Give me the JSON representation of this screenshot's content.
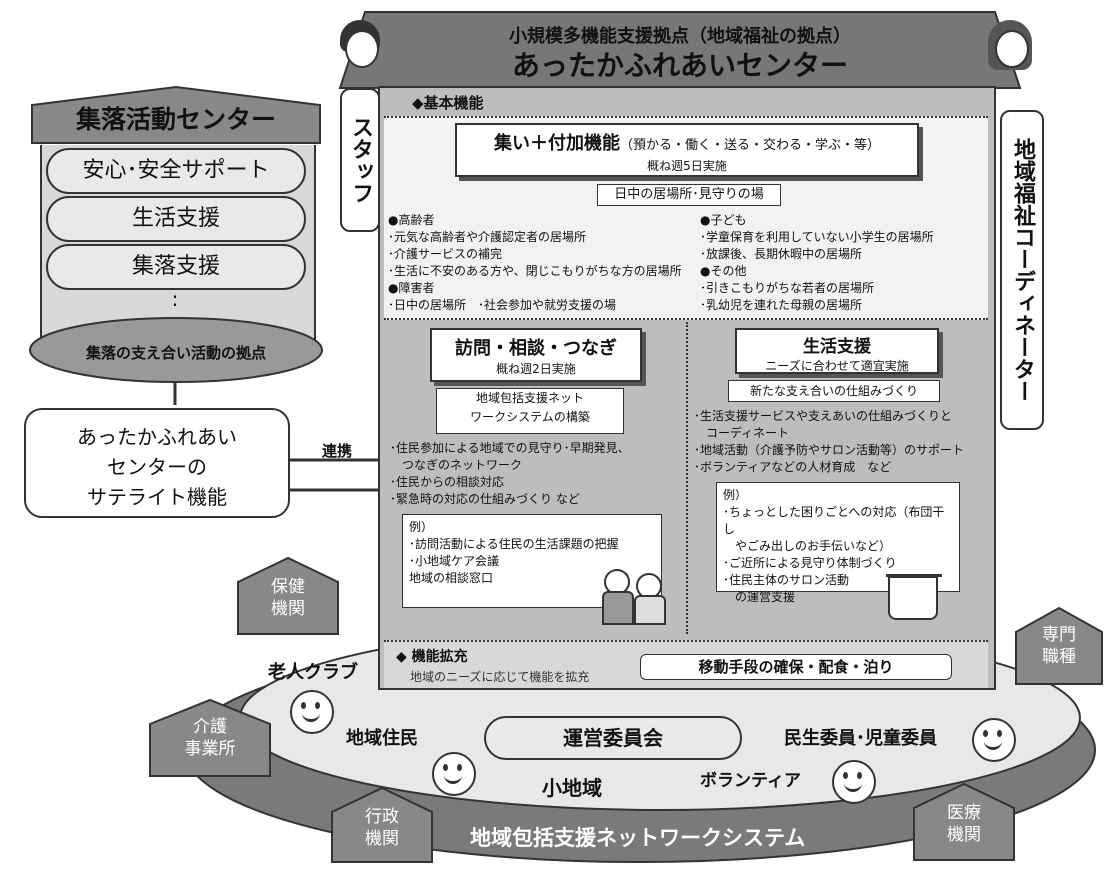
{
  "roof": {
    "subtitle": "小規模多機能支援拠点（地域福祉の拠点）",
    "title": "あったかふれあいセンター"
  },
  "staff_label": "スタッフ",
  "coordinator_label": "地域福祉コーディネーター",
  "basic": {
    "header": "◆基本機能",
    "core": {
      "title": "集い＋付加機能",
      "title_paren": "（預かる・働く・送る・交わる・学ぶ・等）",
      "sub": "概ね週5日実施"
    },
    "place": "日中の居場所･見守りの場",
    "left_list": "●高齢者\n･元気な高齢者や介護認定者の居場所\n･介護サービスの補完\n･生活に不安のある方や、閉じこもりがちな方の居場所\n●障害者\n･日中の居場所　･社会参加や就労支援の場",
    "right_list": "●子ども\n･学童保育を利用していない小学生の居場所\n･放課後、長期休暇中の居場所\n●その他\n･引きこもりがちな若者の居場所\n･乳幼児を連れた母親の居場所"
  },
  "visit": {
    "title": "訪問・相談・つなぎ",
    "sub": "概ね週2日実施",
    "system": "地域包括支援ネット\nワークシステムの構築",
    "list": "･住民参加による地域での見守り･早期発見、\n　つなぎのネットワーク\n･住民からの相談対応\n･緊急時の対応の仕組みづくり など",
    "example": "例）\n･訪問活動による住民の生活課題の把握\n･小地域ケア会議\n地域の相談窓口"
  },
  "life": {
    "title": "生活支援",
    "sub": "ニーズに合わせて適宜実施",
    "new": "新たな支え合いの仕組みづくり",
    "list": "･生活支援サービスや支えあいの仕組みづくりと\n　コーディネート\n･地域活動（介護予防やサロン活動等）のサポート\n･ボランティアなどの人材育成　など",
    "example": "例）\n･ちょっとした困りごとへの対応（布団干し\n　やごみ出しのお手伝いなど）\n･ご近所による見守り体制づくり\n･住民主体のサロン活動\n　の運営支援"
  },
  "expand": {
    "header": "◆ 機能拡充",
    "sub": "地域のニーズに応じて機能を拡充",
    "box": "移動手段の確保・配食・泊り"
  },
  "village": {
    "title": "集落活動センター",
    "items": [
      "安心･安全サポート",
      "生活支援",
      "集落支援"
    ],
    "dots": ":",
    "base": "集落の支え合い活動の拠点"
  },
  "satellite": "あったかふれあい\nセンターの\nサテライト機能",
  "link_label": "連携",
  "oval": {
    "elders": "老人クラブ",
    "residents": "地域住民",
    "committee": "運営委員会",
    "welfare_commissioners": "民生委員･児童委員",
    "small_area": "小地域",
    "volunteers": "ボランティア",
    "network": "地域包括支援ネットワークシステム"
  },
  "houses": {
    "health": "保健\n機関",
    "care": "介護\n事業所",
    "admin": "行政\n機関",
    "specialist": "専門\n職種",
    "medical": "医療\n機関"
  }
}
